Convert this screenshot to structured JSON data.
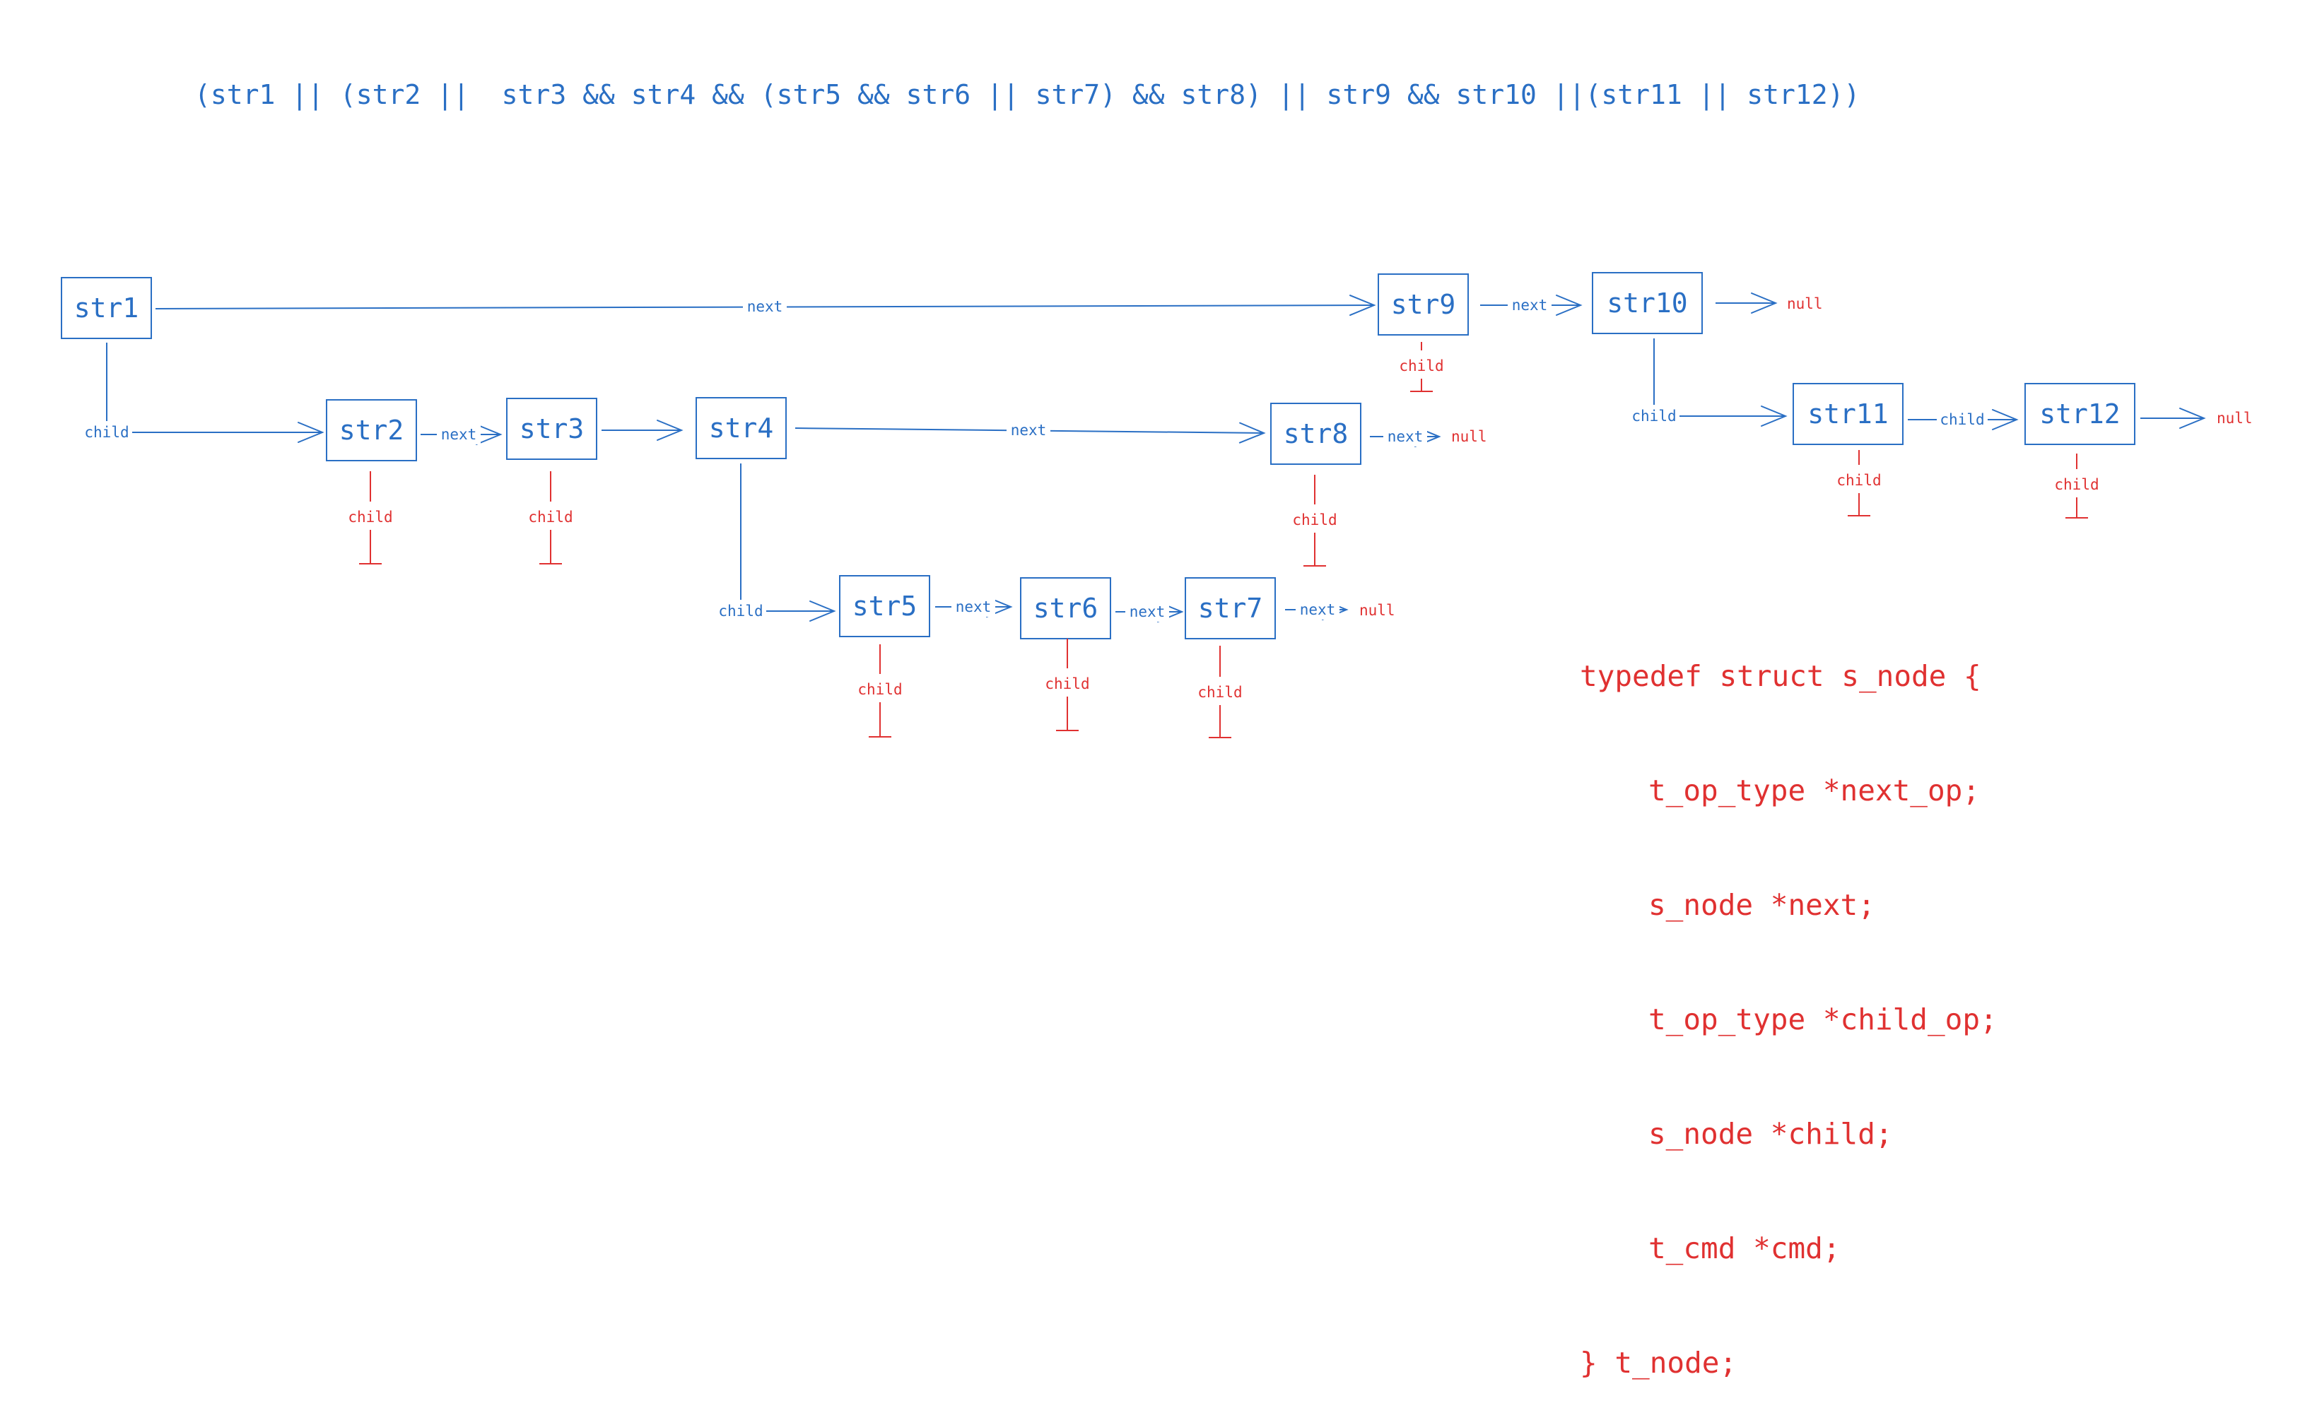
{
  "colors": {
    "blue": "#2a6fc4",
    "red": "#e03131",
    "background": "#ffffff"
  },
  "expression": "(str1 || (str2 ||  str3 && str4 && (str5 && str6 || str7) && str8) || str9 && str10 ||(str11 || str12))",
  "nodes": [
    {
      "id": "str1",
      "label": "str1"
    },
    {
      "id": "str2",
      "label": "str2"
    },
    {
      "id": "str3",
      "label": "str3"
    },
    {
      "id": "str4",
      "label": "str4"
    },
    {
      "id": "str5",
      "label": "str5"
    },
    {
      "id": "str6",
      "label": "str6"
    },
    {
      "id": "str7",
      "label": "str7"
    },
    {
      "id": "str8",
      "label": "str8"
    },
    {
      "id": "str9",
      "label": "str9"
    },
    {
      "id": "str10",
      "label": "str10"
    },
    {
      "id": "str11",
      "label": "str11"
    },
    {
      "id": "str12",
      "label": "str12"
    }
  ],
  "edges": [
    {
      "from": "str1",
      "to": "str9",
      "label": "next"
    },
    {
      "from": "str9",
      "to": "str10",
      "label": "next"
    },
    {
      "from": "str10",
      "to": "null",
      "label": "",
      "target_label": "null"
    },
    {
      "from": "str1",
      "to": "str2",
      "label": "child"
    },
    {
      "from": "str2",
      "to": "str3",
      "label": "next"
    },
    {
      "from": "str3",
      "to": "str4",
      "label": ""
    },
    {
      "from": "str4",
      "to": "str8",
      "label": "next"
    },
    {
      "from": "str8",
      "to": "null",
      "label": "next",
      "target_label": "null"
    },
    {
      "from": "str4",
      "to": "str5",
      "label": "child"
    },
    {
      "from": "str5",
      "to": "str6",
      "label": "next"
    },
    {
      "from": "str6",
      "to": "str7",
      "label": "next"
    },
    {
      "from": "str7",
      "to": "null",
      "label": "next",
      "target_label": "null"
    },
    {
      "from": "str10",
      "to": "str11",
      "label": "child"
    },
    {
      "from": "str11",
      "to": "str12",
      "label": "child"
    },
    {
      "from": "str12",
      "to": "null",
      "label": "",
      "target_label": "null"
    }
  ],
  "null_children": [
    {
      "node": "str9",
      "label": "child"
    },
    {
      "node": "str2",
      "label": "child"
    },
    {
      "node": "str3",
      "label": "child"
    },
    {
      "node": "str8",
      "label": "child"
    },
    {
      "node": "str5",
      "label": "child"
    },
    {
      "node": "str6",
      "label": "child"
    },
    {
      "node": "str7",
      "label": "child"
    },
    {
      "node": "str11",
      "label": "child"
    },
    {
      "node": "str12",
      "label": "child"
    }
  ],
  "code_block": [
    "typedef struct s_node {",
    "t_op_type *next_op;",
    "s_node *next;",
    "t_op_type *child_op;",
    "s_node *child;",
    "t_cmd *cmd;",
    "} t_node;"
  ]
}
